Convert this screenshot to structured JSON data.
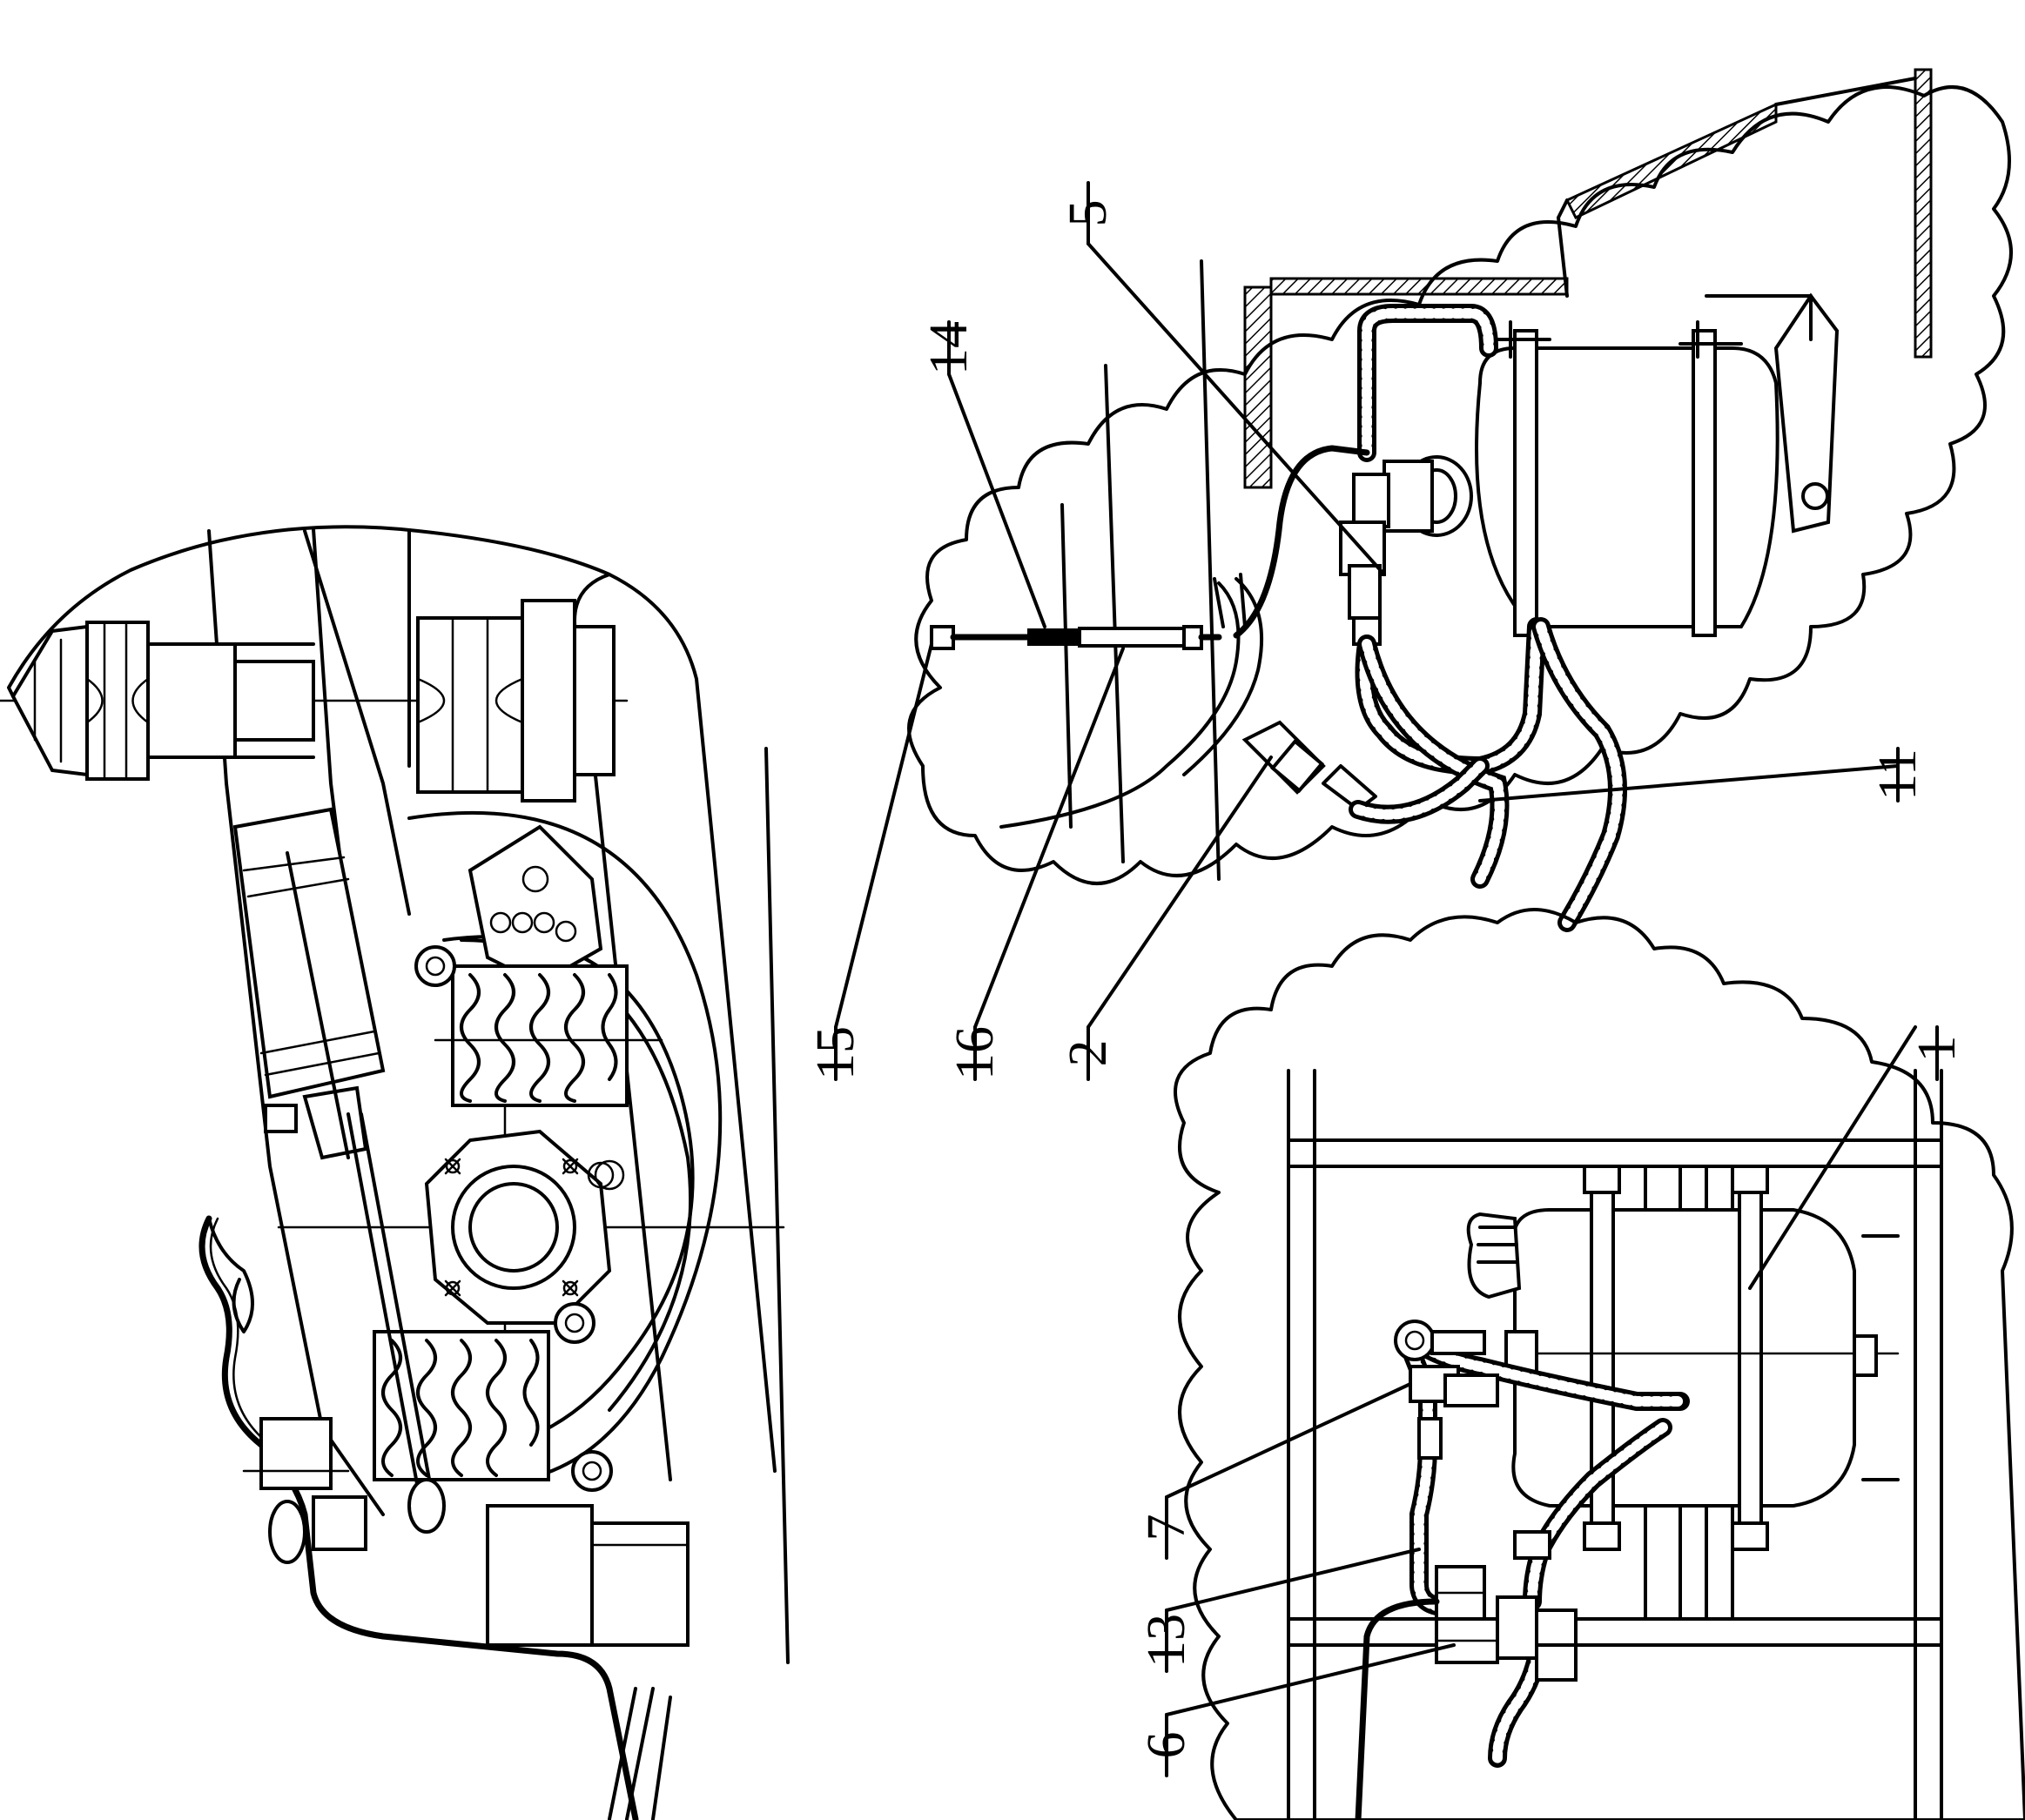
{
  "callouts": [
    {
      "id": "1",
      "text": "1"
    },
    {
      "id": "2",
      "text": "2"
    },
    {
      "id": "5",
      "text": "5"
    },
    {
      "id": "6",
      "text": "6"
    },
    {
      "id": "7",
      "text": "7"
    },
    {
      "id": "11",
      "text": "11"
    },
    {
      "id": "13",
      "text": "13"
    },
    {
      "id": "14",
      "text": "14"
    },
    {
      "id": "15",
      "text": "15"
    },
    {
      "id": "16",
      "text": "16"
    }
  ],
  "colors": {
    "ink": "#000000",
    "paper": "#ffffff"
  }
}
